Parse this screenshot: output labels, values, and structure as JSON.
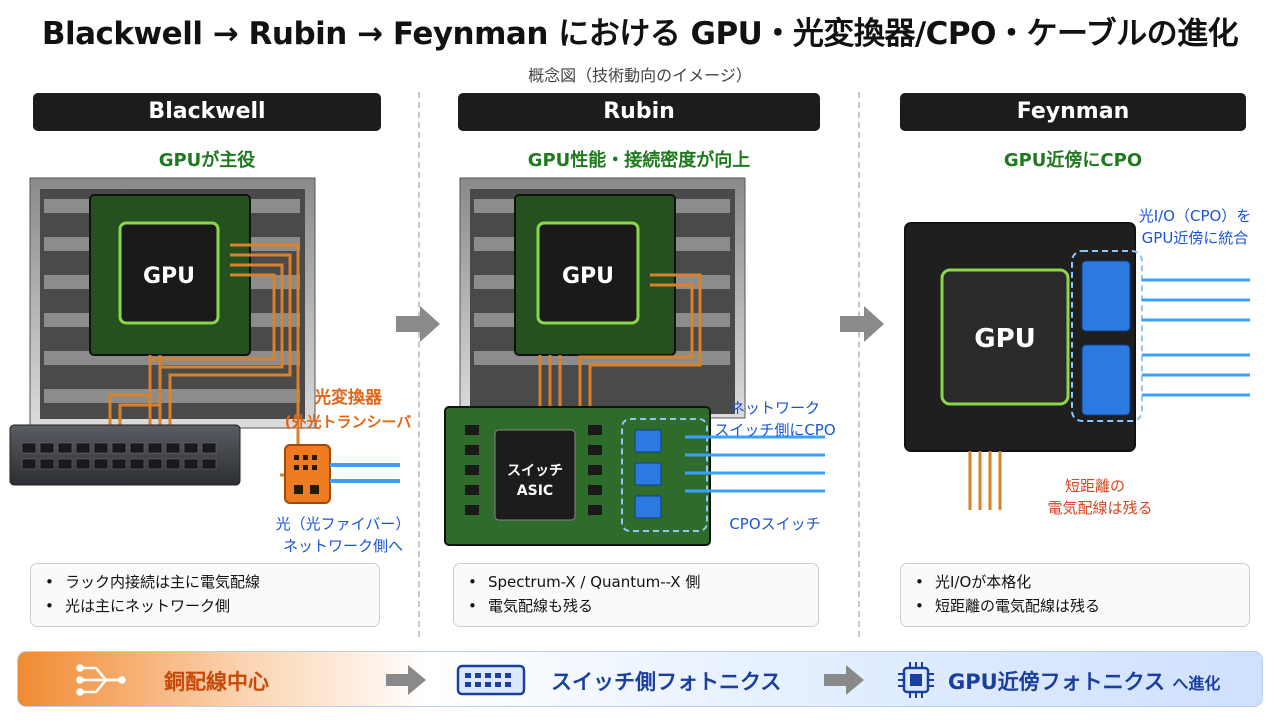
{
  "title": "Blackwell → Rubin → Feynman における GPU・光変換器/CPO・ケーブルの進化",
  "subtitle": "概念図（技術動向のイメージ）",
  "columns": [
    {
      "header": "Blackwell",
      "subtitle": "GPUが主役",
      "gpu_label": "GPU",
      "callout_title": "光変換器",
      "callout_sub": "(外光トランシーバ",
      "callout_bottom_1": "光（光ファイバー）",
      "callout_bottom_2": "ネットワーク側へ",
      "notes": [
        "ラック内接続は主に電気配線",
        "光は主にネットワーク側"
      ]
    },
    {
      "header": "Rubin",
      "subtitle": "GPU性能・接続密度が向上",
      "gpu_label": "GPU",
      "asic_line1": "スイッチ",
      "asic_line2": "ASIC",
      "callout_top_1": "ネットワーク",
      "callout_top_2": "スイッチ側にCPO",
      "callout_bottom": "CPOスイッチ",
      "notes": [
        "Spectrum-X / Quantum--X 側",
        "電気配線も残る"
      ]
    },
    {
      "header": "Feynman",
      "subtitle": "GPU近傍にCPO",
      "gpu_label": "GPU",
      "callout_top_1": "光I/O（CPO）を",
      "callout_top_2": "GPU近傍に統合",
      "callout_mid_1": "短距離の",
      "callout_mid_2": "電気配線は残る",
      "notes": [
        "光I/Oが本格化",
        "短距離の電気配線は残る"
      ]
    }
  ],
  "bottom_bar": {
    "stage1": "銅配線中心",
    "stage2": "スイッチ側フォトニクス",
    "stage3": "GPU近傍フォトニクス",
    "stage3_suffix": "へ進化"
  },
  "colors": {
    "header_bg": "#1c1c1c",
    "green_text": "#1f7a1f",
    "orange": "#e0661a",
    "blue": "#1a55d8",
    "pcb_green": "#2f6b2a",
    "copper": "#d9822b",
    "fiber_blue": "#3aa0ff"
  }
}
